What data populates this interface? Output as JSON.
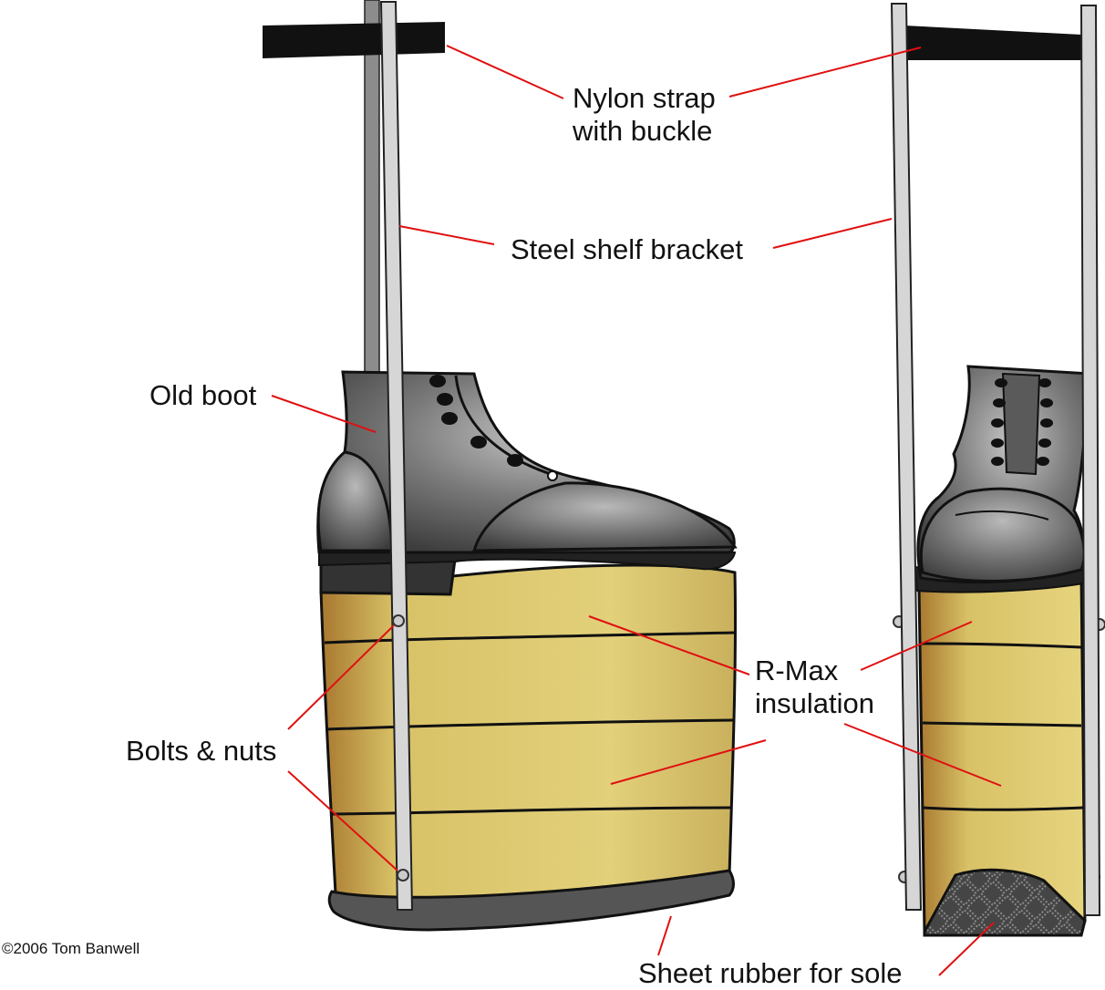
{
  "labels": {
    "nylon_strap_line1": "Nylon strap",
    "nylon_strap_line2": "with buckle",
    "steel_bracket": "Steel shelf bracket",
    "old_boot": "Old boot",
    "rmax_line1": "R-Max",
    "rmax_line2": "insulation",
    "bolts_nuts": "Bolts & nuts",
    "sheet_rubber": "Sheet rubber for sole"
  },
  "copyright": "©2006 Tom Banwell",
  "colors": {
    "insulation": "#d9c46a",
    "insulation_dark": "#a57a35",
    "boot": "#6e6e6e",
    "boot_dark": "#2f2f2f",
    "bracket": "#d6d6d6",
    "strap": "#111111",
    "leader": "#e01010"
  }
}
